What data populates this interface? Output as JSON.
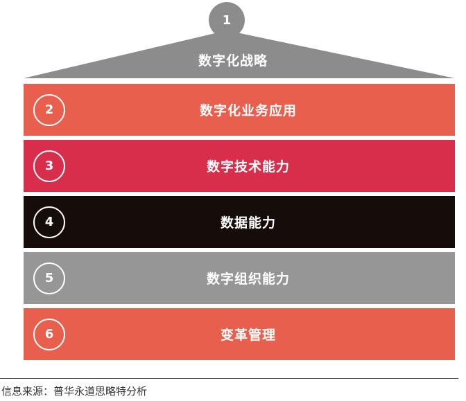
{
  "roof": {
    "number": "1",
    "title": "数字化战略",
    "color": "#8c8c8c"
  },
  "layers": [
    {
      "number": "2",
      "label": "数字化业务应用",
      "color": "#e85f4d"
    },
    {
      "number": "3",
      "label": "数字技术能力",
      "color": "#d82e4c"
    },
    {
      "number": "4",
      "label": "数据能力",
      "color": "#160c0a"
    },
    {
      "number": "5",
      "label": "数字组织能力",
      "color": "#969696"
    },
    {
      "number": "6",
      "label": "变革管理",
      "color": "#e85f4d"
    }
  ],
  "footer": {
    "source": "信息来源：普华永道思略特分析"
  }
}
